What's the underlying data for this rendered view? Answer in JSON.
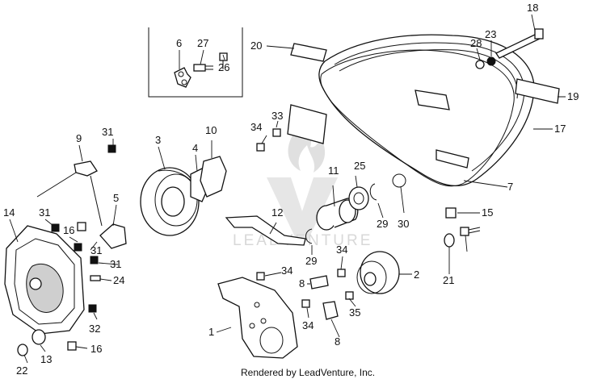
{
  "callouts": [
    {
      "id": "c1",
      "text": "1"
    },
    {
      "id": "c2",
      "text": "2"
    },
    {
      "id": "c3",
      "text": "3"
    },
    {
      "id": "c4",
      "text": "4"
    },
    {
      "id": "c5",
      "text": "5"
    },
    {
      "id": "c6",
      "text": "6"
    },
    {
      "id": "c7",
      "text": "7"
    },
    {
      "id": "c8a",
      "text": "8"
    },
    {
      "id": "c8b",
      "text": "8"
    },
    {
      "id": "c9",
      "text": "9"
    },
    {
      "id": "c10",
      "text": "10"
    },
    {
      "id": "c11",
      "text": "11"
    },
    {
      "id": "c12",
      "text": "12"
    },
    {
      "id": "c13",
      "text": "13"
    },
    {
      "id": "c14",
      "text": "14"
    },
    {
      "id": "c15",
      "text": "15"
    },
    {
      "id": "c16a",
      "text": "16"
    },
    {
      "id": "c16b",
      "text": "16"
    },
    {
      "id": "c17",
      "text": "17"
    },
    {
      "id": "c18",
      "text": "18"
    },
    {
      "id": "c19",
      "text": "19"
    },
    {
      "id": "c20",
      "text": "20"
    },
    {
      "id": "c21",
      "text": "21"
    },
    {
      "id": "c22",
      "text": "22"
    },
    {
      "id": "c23",
      "text": "23"
    },
    {
      "id": "c24",
      "text": "24"
    },
    {
      "id": "c25",
      "text": "25"
    },
    {
      "id": "c26",
      "text": "26"
    },
    {
      "id": "c27",
      "text": "27"
    },
    {
      "id": "c28",
      "text": "28"
    },
    {
      "id": "c29a",
      "text": "29"
    },
    {
      "id": "c29b",
      "text": "29"
    },
    {
      "id": "c30",
      "text": "30"
    },
    {
      "id": "c31a",
      "text": "31"
    },
    {
      "id": "c31b",
      "text": "31"
    },
    {
      "id": "c31c",
      "text": "31"
    },
    {
      "id": "c31d",
      "text": "31"
    },
    {
      "id": "c32",
      "text": "32"
    },
    {
      "id": "c33",
      "text": "33"
    },
    {
      "id": "c34a",
      "text": "34"
    },
    {
      "id": "c34b",
      "text": "34"
    },
    {
      "id": "c34c",
      "text": "34"
    },
    {
      "id": "c34d",
      "text": "34"
    },
    {
      "id": "c35",
      "text": "35"
    }
  ],
  "watermark": "LEADVENTURE",
  "credit": "Rendered by LeadVenture, Inc."
}
